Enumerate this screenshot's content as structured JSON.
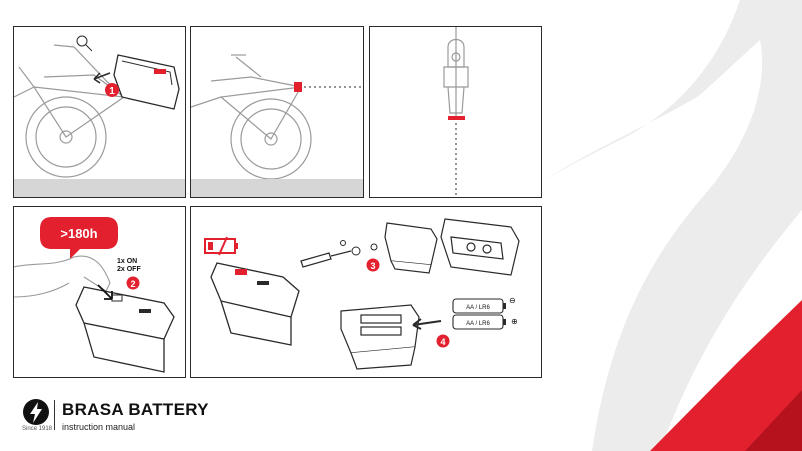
{
  "brand": {
    "title": "BRASA BATTERY",
    "subtitle": "instruction manual",
    "since": "Since 1918"
  },
  "steps": {
    "step1_badge": "1",
    "step2_badge": "2",
    "step3_badge": "3",
    "step4_badge": "4"
  },
  "power_panel": {
    "duration": ">180h",
    "on_label": "1x ON",
    "off_label": "2x OFF"
  },
  "battery_labels": {
    "cell_1": "AA / LR6",
    "cell_2": "AA / LR6",
    "minus": "⊖",
    "plus": "⊕"
  },
  "colors": {
    "accent": "#e3212e",
    "line": "#2a2a2a",
    "floor": "#d6d6d6",
    "shape": "#e8e8e8"
  }
}
